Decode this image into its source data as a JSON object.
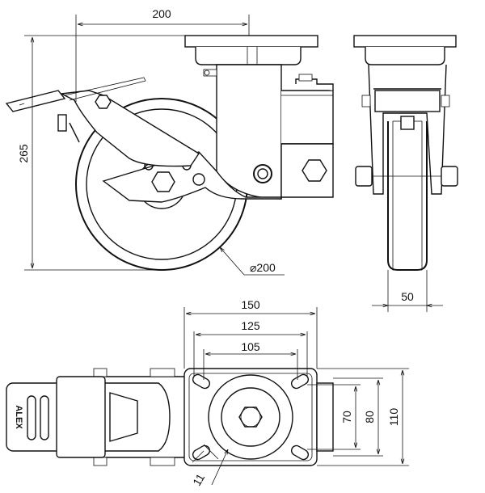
{
  "dimensions": {
    "swivel_offset": "200",
    "overall_height": "265",
    "wheel_diameter": "⌀200",
    "wheel_width": "50",
    "plate_width": "150",
    "hole_spacing_outer": "125",
    "hole_spacing_inner": "105",
    "hole_spacing_70": "70",
    "hole_spacing_80": "80",
    "plate_length": "110",
    "bolt_hole": "11"
  },
  "brake_pedal_logo": "ALEX"
}
